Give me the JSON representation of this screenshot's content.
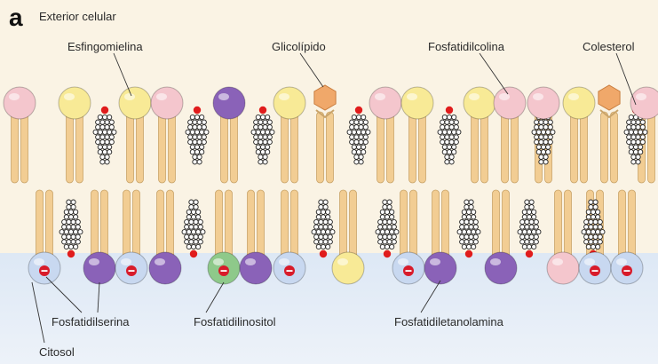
{
  "panel_letter": "a",
  "labels": {
    "exterior": "Exterior celular",
    "citosol": "Citosol",
    "esfingomielina": "Esfingomielina",
    "glicolipido": "Glicolípido",
    "fosfatidilcolina": "Fosfatidilcolina",
    "colesterol": "Colesterol",
    "fosfatidilserina": "Fosfatidilserina",
    "fosfatidilinositol": "Fosfatidilinositol",
    "fosfatidiletanolamina": "Fosfatidiletanolamina"
  },
  "colors": {
    "background_top": "#faf3e4",
    "background_cytosol": "#dde8f5",
    "tail": "#f2cd93",
    "tail_stroke": "#c9a46a",
    "pink_head": "#f4c6cd",
    "yellow_head": "#f8ea96",
    "purple_head": "#8a62b8",
    "blue_head": "#c8d8f0",
    "green_head": "#8ec98a",
    "orange_head": "#f0a86a",
    "red": "#e01c1c",
    "charge": "#d81b2a"
  },
  "outer_heads": [
    "pink",
    "yellow",
    "yellow",
    "pink",
    "purple",
    "yellow",
    "glyco",
    "pink",
    "yellow",
    "yellow",
    "pink",
    "pink",
    "yellow",
    "glyco",
    "pink"
  ],
  "inner_heads": [
    "blue-charged",
    "purple",
    "blue-charged",
    "purple",
    "green-charged",
    "purple",
    "blue-charged",
    "yellow",
    "blue-charged",
    "purple",
    "purple",
    "pink",
    "blue-charged",
    "blue-charged"
  ]
}
